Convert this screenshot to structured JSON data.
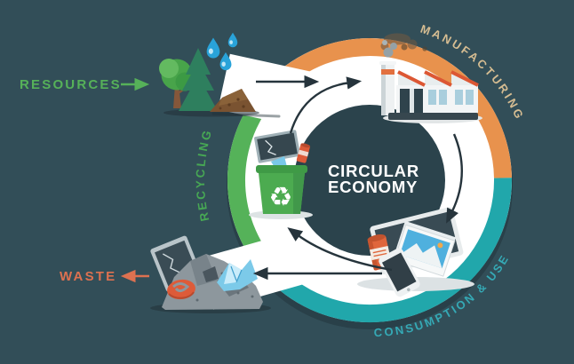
{
  "title": {
    "line1": "CIRCULAR",
    "line2": "ECONOMY"
  },
  "stages": {
    "manufacturing": {
      "label": "MANUFACTURING"
    },
    "consumption_use": {
      "label": "CONSUMPTION & USE"
    },
    "recycling": {
      "label": "RECYCLING"
    }
  },
  "inputs_outputs": {
    "resources": {
      "label": "RESOURCES"
    },
    "waste": {
      "label": "WASTE"
    }
  },
  "icons": {
    "recycle_symbol": "♻"
  },
  "colors": {
    "background": "#324e58",
    "center_circle": "#2b434c",
    "ring": "#ffffff",
    "arc_manufacturing": "#e8924d",
    "arc_consumption_use": "#21a7ab",
    "arc_recycling": "#55b259",
    "label_manufacturing": "#d6bd92",
    "label_consumption_use": "#35a9b5",
    "label_recycling": "#47a854",
    "label_resources": "#56b159",
    "label_waste": "#dd7150",
    "title_text": "#ffffff",
    "cycle_arrow": "#26343c"
  }
}
